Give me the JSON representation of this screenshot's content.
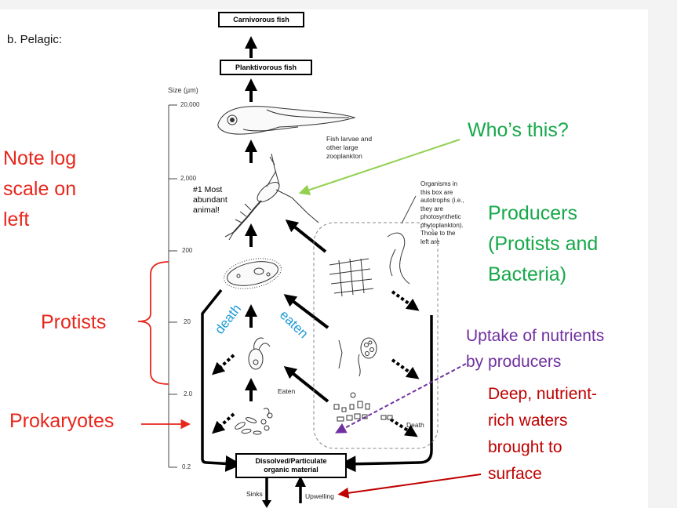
{
  "section_label": "b. Pelagic:",
  "boxes": {
    "carnivorous": "Carnivorous fish",
    "planktivorous": "Planktivorous fish",
    "dissolved_line1": "Dissolved/Particulate",
    "dissolved_line2": "organic material"
  },
  "axis": {
    "title": "Size (µm)",
    "ticks": [
      "20,000",
      "2,000",
      "200",
      "20",
      "2.0",
      "0.2"
    ]
  },
  "diagram_text": {
    "fish_larvae": [
      "Fish larvae and",
      "other large",
      "zooplankton"
    ],
    "most_abundant": [
      "#1 Most",
      "abundant",
      "animal!"
    ],
    "organisms_box": [
      "Organisms in",
      "this box are",
      "autotrophs (i.e.,",
      "they are",
      "photosynthetic",
      "phytoplankton).",
      "Those to the",
      "left are"
    ],
    "eaten_small": "Eaten",
    "death_small": "Death",
    "sinks": "Sinks",
    "upwelling": "Upwelling"
  },
  "annotations": {
    "whos_this": "Who’s this?",
    "note_log": [
      "Note log",
      "scale on",
      "left"
    ],
    "producers": [
      "Producers",
      "(Protists and",
      "Bacteria)"
    ],
    "protists": "Protists",
    "prokaryotes": "Prokaryotes",
    "uptake": [
      "Uptake of nutrients",
      "by producers"
    ],
    "deep_waters": [
      "Deep, nutrient-",
      "rich waters",
      "brought to",
      "surface"
    ],
    "death_blue": "death",
    "eaten_blue": "eaten"
  },
  "colors": {
    "red": "#e8261c",
    "green": "#17a84a",
    "purple": "#7030a0",
    "darkred": "#c00000",
    "blue": "#1e9bd7",
    "lightgreen": "#92d050"
  }
}
